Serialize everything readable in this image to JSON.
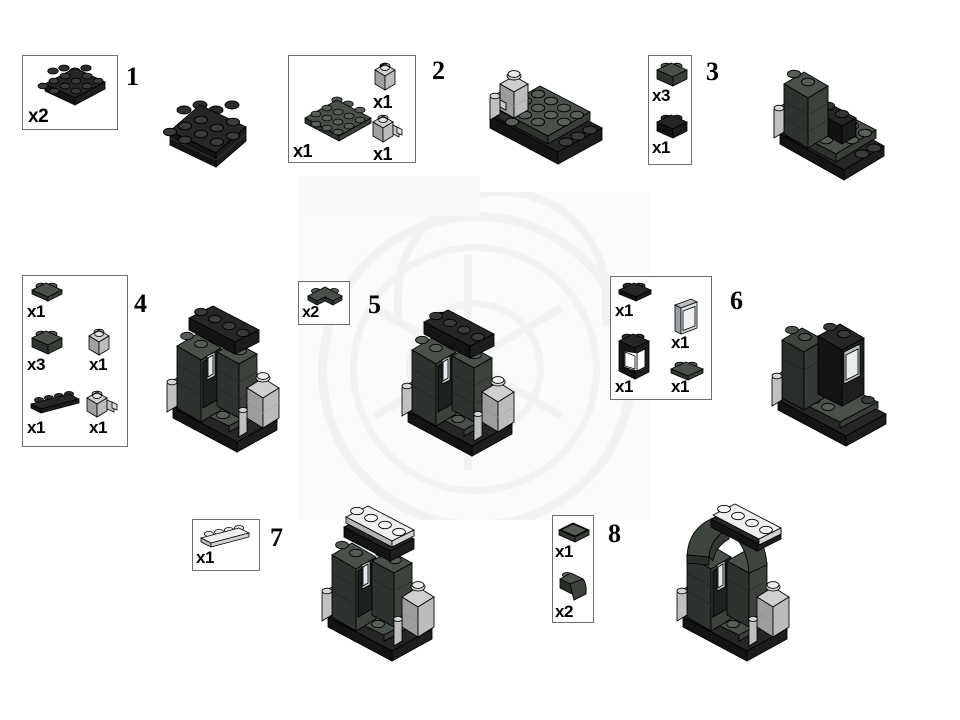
{
  "document": {
    "type": "lego-building-instructions",
    "sheet_title": "",
    "background_color": "#ffffff",
    "watermark": {
      "present": true,
      "description": "faint light-gray circular emblem",
      "color": "#f2f2f2"
    },
    "palette": {
      "black": "#1a1a1a",
      "dark_gray": "#4a4f4a",
      "light_gray": "#b9b9b9",
      "white": "#ededed",
      "outline": "#000000",
      "box_border": "#6f6f6f",
      "glass": "#c9cfd2"
    }
  },
  "steps": [
    {
      "number": "1",
      "parts": [
        {
          "qty": "x2",
          "name": "plate-2x6",
          "color": "black"
        }
      ],
      "assembly_name": "assembly-step-1"
    },
    {
      "number": "2",
      "parts": [
        {
          "qty": "x1",
          "name": "plate-4x4",
          "color": "dark_gray"
        },
        {
          "qty": "x1",
          "name": "brick-1x1",
          "color": "light_gray"
        },
        {
          "qty": "x1",
          "name": "brick-1x1-with-side-clip",
          "color": "light_gray"
        }
      ],
      "assembly_name": "assembly-step-2"
    },
    {
      "number": "3",
      "parts": [
        {
          "qty": "x3",
          "name": "brick-1x2",
          "color": "dark_gray"
        },
        {
          "qty": "x1",
          "name": "brick-1x2",
          "color": "black"
        }
      ],
      "assembly_name": "assembly-step-3"
    },
    {
      "number": "4",
      "parts": [
        {
          "qty": "x1",
          "name": "plate-1x2",
          "color": "dark_gray"
        },
        {
          "qty": "x3",
          "name": "brick-1x2",
          "color": "dark_gray"
        },
        {
          "qty": "x1",
          "name": "brick-1x1",
          "color": "light_gray"
        },
        {
          "qty": "x1",
          "name": "plate-1x4",
          "color": "black"
        },
        {
          "qty": "x1",
          "name": "brick-1x1-with-side-clip",
          "color": "light_gray"
        }
      ],
      "assembly_name": "assembly-step-4"
    },
    {
      "number": "5",
      "parts": [
        {
          "qty": "x2",
          "name": "plate-2x2-corner",
          "color": "dark_gray"
        }
      ],
      "assembly_name": "assembly-step-5"
    },
    {
      "number": "6",
      "parts": [
        {
          "qty": "x1",
          "name": "plate-1x2",
          "color": "black"
        },
        {
          "qty": "x1",
          "name": "window-glass-pane",
          "color": "glass"
        },
        {
          "qty": "x1",
          "name": "window-frame-1x2x2",
          "color": "black"
        },
        {
          "qty": "x1",
          "name": "plate-1x2",
          "color": "dark_gray"
        }
      ],
      "assembly_name": "assembly-step-6"
    },
    {
      "number": "7",
      "parts": [
        {
          "qty": "x1",
          "name": "plate-1x4",
          "color": "white"
        }
      ],
      "assembly_name": "assembly-step-7"
    },
    {
      "number": "8",
      "parts": [
        {
          "qty": "x1",
          "name": "tile-1x2",
          "color": "dark_gray"
        },
        {
          "qty": "x2",
          "name": "brick-curved-slope-1x2x2",
          "color": "dark_gray"
        }
      ],
      "assembly_name": "assembly-step-8"
    }
  ]
}
